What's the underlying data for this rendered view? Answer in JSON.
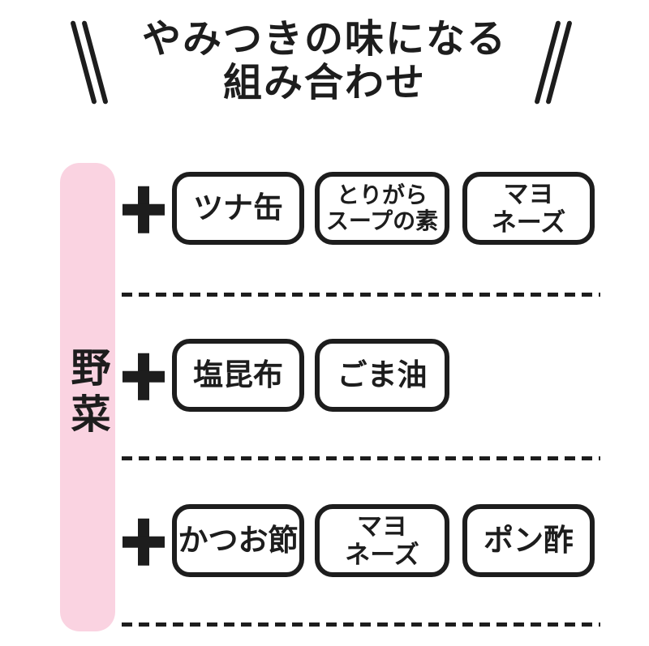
{
  "title": {
    "line1": "やみつきの味になる",
    "line2": "組み合わせ"
  },
  "category": {
    "label": "野菜"
  },
  "rows": [
    {
      "items": [
        {
          "lines": [
            "ツナ缶"
          ]
        },
        {
          "lines": [
            "とりがら",
            "スープの素"
          ]
        },
        {
          "lines": [
            "マヨ",
            "ネーズ"
          ]
        }
      ]
    },
    {
      "items": [
        {
          "lines": [
            "塩昆布"
          ]
        },
        {
          "lines": [
            "ごま油"
          ]
        }
      ]
    },
    {
      "items": [
        {
          "lines": [
            "かつお節"
          ]
        },
        {
          "lines": [
            "マヨ",
            "ネーズ"
          ]
        },
        {
          "lines": [
            "ポン酢"
          ]
        }
      ]
    }
  ],
  "icons": {
    "plus": "plus-icon",
    "left_decoration": "double-backslash-icon",
    "right_decoration": "double-slash-icon"
  },
  "colors": {
    "ink": "#1d1d1d",
    "pink": "#FAD3E1",
    "background": "#ffffff"
  }
}
